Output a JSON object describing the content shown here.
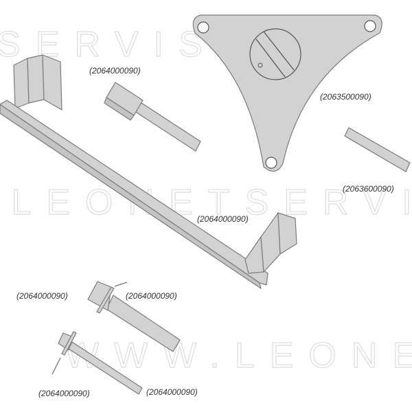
{
  "watermarks": [
    "SERVIS.",
    ".LEONETSERVIS",
    "WWW.LEONET"
  ],
  "labels": {
    "pin_top": "(2064000090)",
    "plate": "(2063500090)",
    "small_bar": "(2063600090)",
    "long_bar": "(2064000090)",
    "bolt_large_left": "(2064000090)",
    "bolt_large_right": "(2064000090)",
    "bolt_small_left": "(2064000090)",
    "bolt_small_right": "(2064000090)"
  },
  "colors": {
    "part_fill": "#d2d2d2",
    "outline": "#7a7a7a",
    "watermark": "#dcdcdc"
  }
}
